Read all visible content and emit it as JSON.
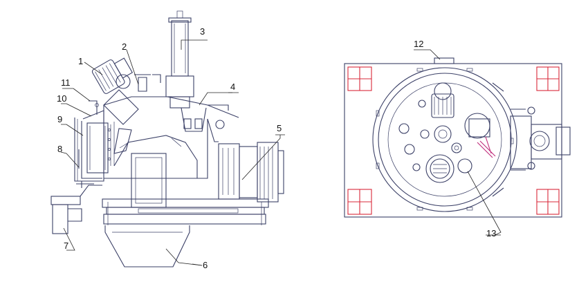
{
  "callouts": {
    "c1": "1",
    "c2": "2",
    "c3": "3",
    "c4": "4",
    "c5": "5",
    "c6": "6",
    "c7": "7",
    "c8": "8",
    "c9": "9",
    "c10": "10",
    "c11": "11",
    "c12": "12",
    "c13": "13"
  },
  "colors": {
    "line": "#3a3f66",
    "accent_red": "#d8283a",
    "accent_magenta": "#c02a7a",
    "label": "#111111"
  }
}
